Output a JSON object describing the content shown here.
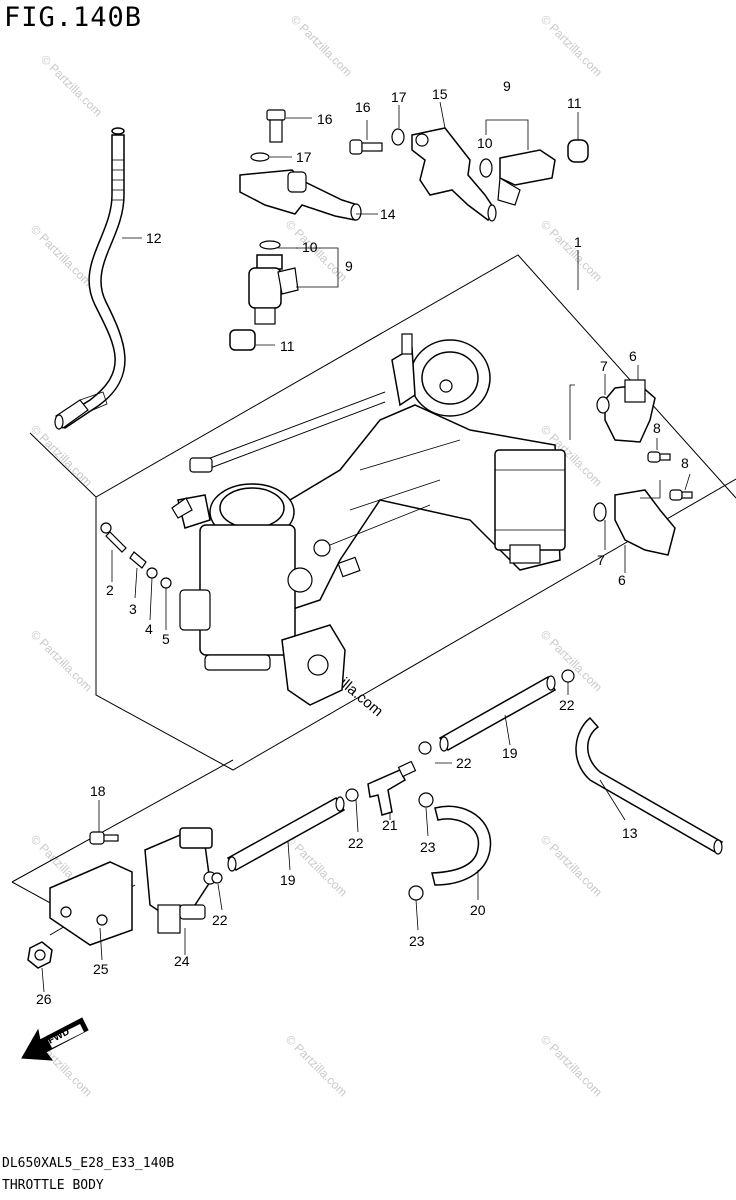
{
  "header": {
    "fig_label": "FIG.140B"
  },
  "footer": {
    "code": "DL650XAL5_E28_E33_140B",
    "caption": "THROTTLE BODY"
  },
  "watermark": {
    "text": "© Partzilla.com",
    "center_text": "Partzilla.com"
  },
  "fwd_label": "FWD",
  "part_numbers": {
    "p1": "1",
    "p2": "2",
    "p3": "3",
    "p4": "4",
    "p5": "5",
    "p6a": "6",
    "p6b": "6",
    "p7a": "7",
    "p7b": "7",
    "p8a": "8",
    "p8b": "8",
    "p9a": "9",
    "p9b": "9",
    "p10a": "10",
    "p10b": "10",
    "p11a": "11",
    "p11b": "11",
    "p12": "12",
    "p13": "13",
    "p14": "14",
    "p15": "15",
    "p16a": "16",
    "p16b": "16",
    "p17a": "17",
    "p17b": "17",
    "p18": "18",
    "p19a": "19",
    "p19b": "19",
    "p20": "20",
    "p21": "21",
    "p22a": "22",
    "p22b": "22",
    "p22c": "22",
    "p22d": "22",
    "p23a": "23",
    "p23b": "23",
    "p24": "24",
    "p25": "25",
    "p26": "26"
  }
}
